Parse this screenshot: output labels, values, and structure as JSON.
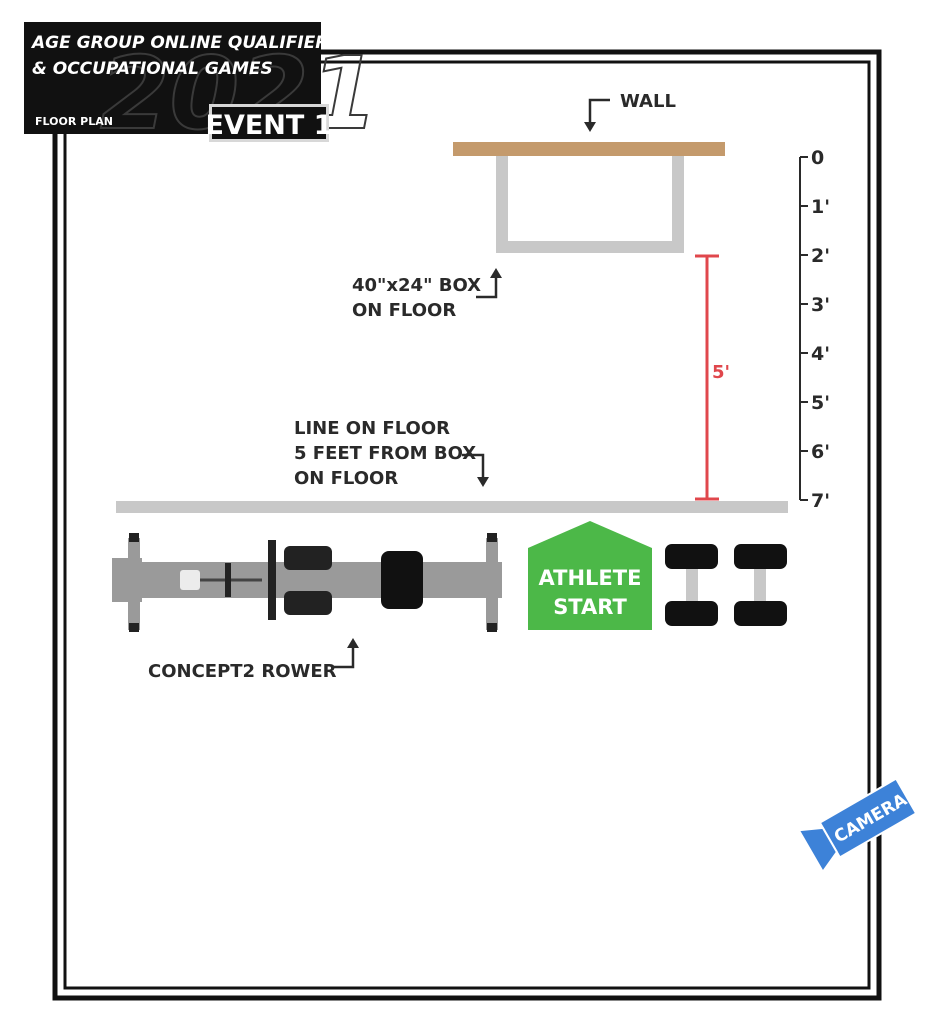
{
  "header": {
    "line1": "AGE GROUP ONLINE QUALIFIER",
    "line2": "& OCCUPATIONAL GAMES",
    "year": "2021",
    "subtitle": "FLOOR PLAN",
    "event": "EVENT 1"
  },
  "labels": {
    "wall": "WALL",
    "box_line1": "40\"x24\" BOX",
    "box_line2": "ON FLOOR",
    "line_line1": "LINE ON FLOOR",
    "line_line2": "5 FEET FROM BOX",
    "line_line3": "ON FLOOR",
    "distance": "5'",
    "rower": "CONCEPT2 ROWER",
    "athlete_line1": "ATHLETE",
    "athlete_line2": "START",
    "camera": "CAMERA"
  },
  "scale": {
    "ticks": [
      "0",
      "1'",
      "2'",
      "3'",
      "4'",
      "5'",
      "6'",
      "7'"
    ]
  },
  "colors": {
    "wall": "#c49a6c",
    "box": "#c8c8c8",
    "floor_line": "#c8c8c8",
    "distance": "#e0474c",
    "athlete_start": "#4cb848",
    "camera": "#3d82d8",
    "header_bg": "#111111",
    "border": "#111111"
  }
}
